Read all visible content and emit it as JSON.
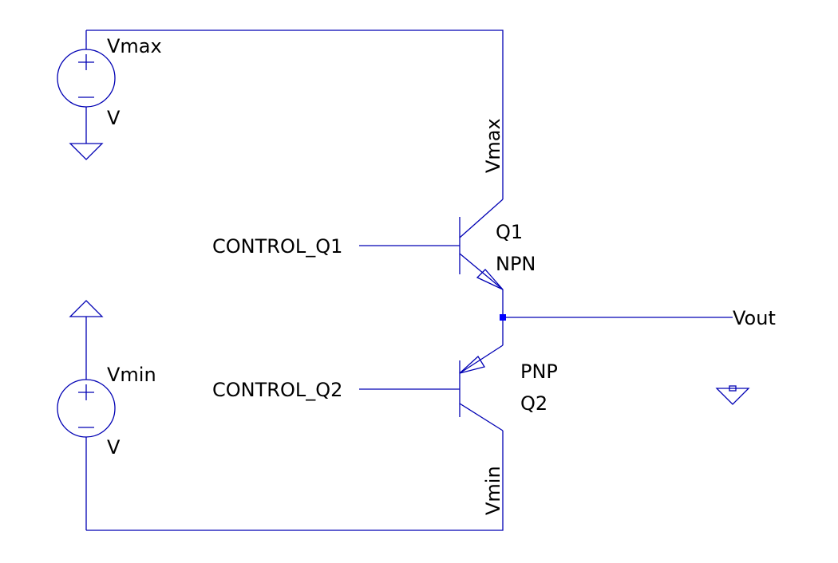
{
  "sources": {
    "top": {
      "name": "Vmax",
      "value": "V"
    },
    "bottom": {
      "name": "Vmin",
      "value": "V"
    }
  },
  "transistors": {
    "q1": {
      "name": "Q1",
      "type": "NPN"
    },
    "q2": {
      "name": "Q2",
      "type": "PNP"
    }
  },
  "nets": {
    "vmax_label": "Vmax",
    "vmin_label": "Vmin",
    "control_q1": "CONTROL_Q1",
    "control_q2": "CONTROL_Q2",
    "vout": "Vout"
  },
  "colors": {
    "wire": "#0000b4",
    "node": "#0000ff",
    "text": "#000000",
    "background": "#ffffff"
  }
}
